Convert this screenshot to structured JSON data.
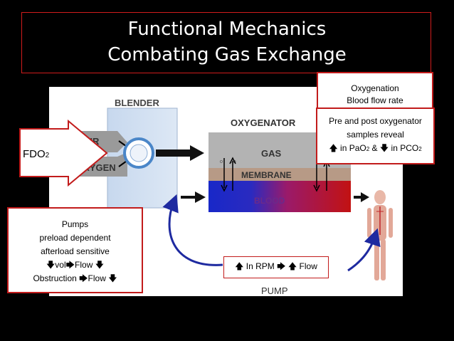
{
  "title": {
    "line1": "Functional Mechanics",
    "line2": "Combating Gas Exchange"
  },
  "diagram": {
    "blender_label": "BLENDER",
    "air_label": "AIR",
    "oxygen_label": "OXYGEN",
    "oxygenator_label": "OXYGENATOR",
    "gas_label": "GAS",
    "membrane_label": "MEMBRANE",
    "blood_label": "BLOOD",
    "pump_label": "PUMP",
    "o2_small": "O",
    "co2_small": "CO"
  },
  "callouts": {
    "fdo2": {
      "main": "FDO",
      "sub": "2"
    },
    "oxygenation": {
      "line1": "Oxygenation",
      "line2": "Blood flow rate"
    },
    "samples": {
      "line1": "Pre and post oxygenator",
      "line2": "samples  reveal",
      "line3_a": " in PaO",
      "line3_sub1": "2",
      "line3_b": " & ",
      "line3_c": " in PCO",
      "line3_sub2": "2"
    },
    "pumps": {
      "line1": "Pumps",
      "line2": "preload dependent",
      "line3": "afterload sensitive",
      "line4_a": "vol",
      "line4_b": "Flow ",
      "line5_a": "Obstruction ",
      "line5_b": "Flow "
    },
    "rpm": {
      "part1": " In RPM ",
      "part2": " Flow"
    }
  },
  "colors": {
    "border_red": "#c21b1b",
    "blood_blue": "#1626c8",
    "blood_red": "#c41212"
  }
}
